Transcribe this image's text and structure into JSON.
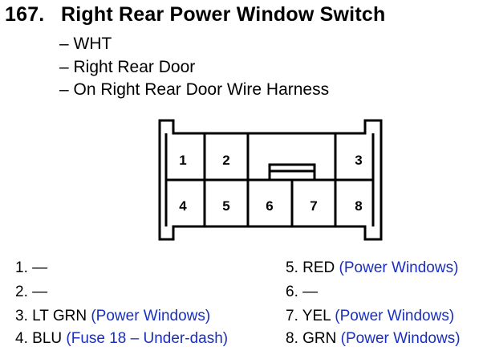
{
  "heading": {
    "number": "167.",
    "title": "Right Rear Power Window Switch"
  },
  "details": [
    "– WHT",
    "– Right Rear Door",
    "– On Right Rear Door Wire Harness"
  ],
  "connector": {
    "pins": [
      "1",
      "2",
      "3",
      "4",
      "5",
      "6",
      "7",
      "8"
    ]
  },
  "pin_legend": [
    {
      "number": "1.",
      "wire": "—",
      "note": ""
    },
    {
      "number": "2.",
      "wire": "—",
      "note": ""
    },
    {
      "number": "3.",
      "wire": "LT GRN",
      "note": "(Power Windows)"
    },
    {
      "number": "4.",
      "wire": "BLU",
      "note": "(Fuse 18 – Under-dash)"
    },
    {
      "number": "5.",
      "wire": "RED",
      "note": "(Power Windows)"
    },
    {
      "number": "6.",
      "wire": "—",
      "note": ""
    },
    {
      "number": "7.",
      "wire": "YEL",
      "note": "(Power Windows)"
    },
    {
      "number": "8.",
      "wire": "GRN",
      "note": "(Power Windows)"
    }
  ],
  "colors": {
    "text": "#000000",
    "note": "#1a2fbf",
    "outline": "#000000"
  }
}
